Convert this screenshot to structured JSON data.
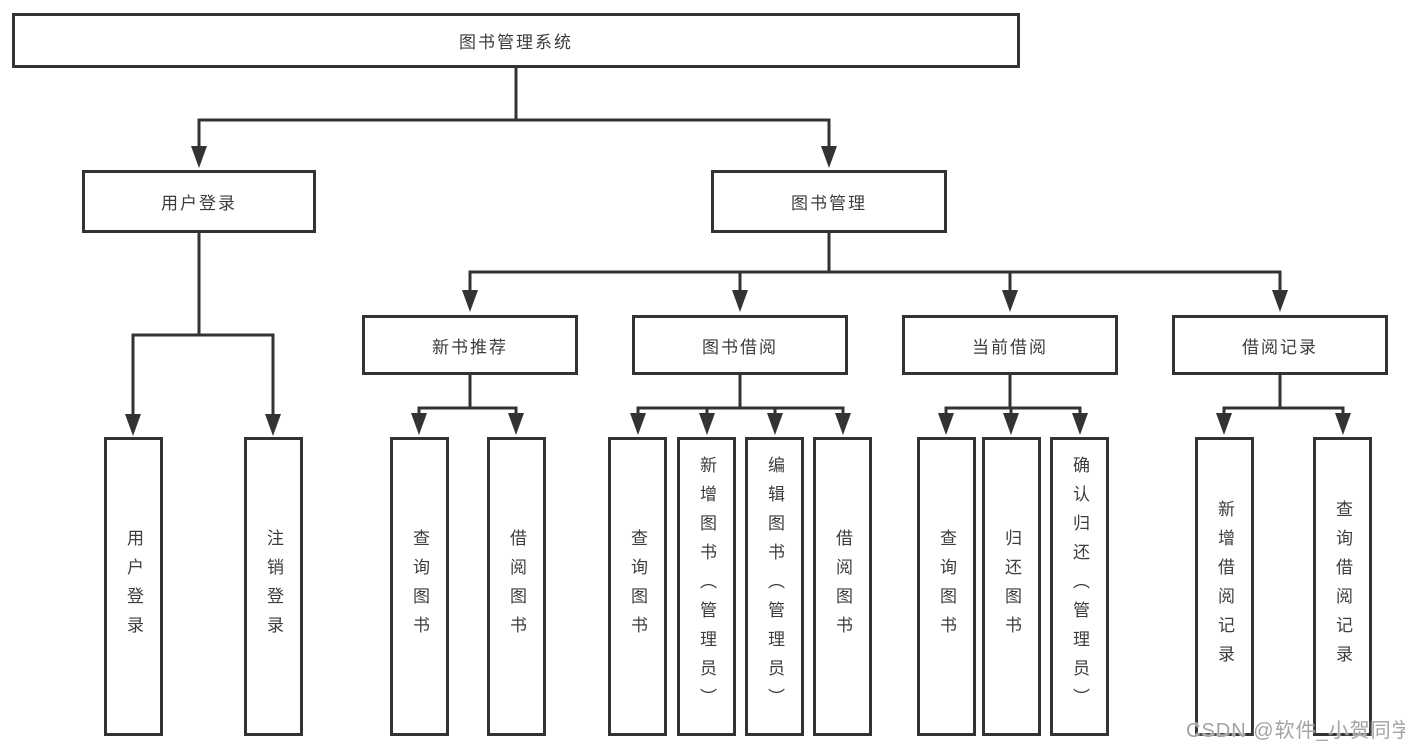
{
  "diagram": {
    "root": "图书管理系统",
    "branches": [
      {
        "label": "用户登录",
        "children": [
          "用户登录",
          "注销登录"
        ]
      },
      {
        "label": "图书管理",
        "groups": [
          {
            "label": "新书推荐",
            "children": [
              "查询图书",
              "借阅图书"
            ]
          },
          {
            "label": "图书借阅",
            "children": [
              "查询图书",
              "新增图书（管理员）",
              "编辑图书（管理员）",
              "借阅图书"
            ]
          },
          {
            "label": "当前借阅",
            "children": [
              "查询图书",
              "归还图书",
              "确认归还（管理员）"
            ]
          },
          {
            "label": "借阅记录",
            "children": [
              "新增借阅记录",
              "查询借阅记录"
            ]
          }
        ]
      }
    ]
  },
  "watermark": "CSDN @软件_小贺同学",
  "colors": {
    "line": "#333333",
    "text": "#3d3d3d",
    "watermark": "#a3a3a3",
    "background": "#ffffff"
  }
}
